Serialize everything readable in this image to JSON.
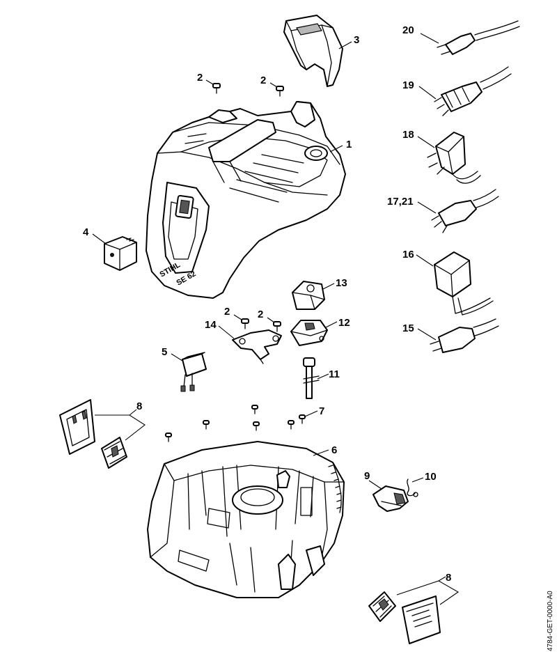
{
  "diagram": {
    "document_code": "4784-GET-0000-A0",
    "brand_text": "STIHL",
    "model_text": "SE 62",
    "callouts": [
      {
        "id": "c1",
        "label": "1"
      },
      {
        "id": "c2a",
        "label": "2"
      },
      {
        "id": "c2b",
        "label": "2"
      },
      {
        "id": "c2c",
        "label": "2"
      },
      {
        "id": "c2d",
        "label": "2"
      },
      {
        "id": "c3",
        "label": "3"
      },
      {
        "id": "c4",
        "label": "4"
      },
      {
        "id": "c5",
        "label": "5"
      },
      {
        "id": "c6",
        "label": "6"
      },
      {
        "id": "c7",
        "label": "7"
      },
      {
        "id": "c8a",
        "label": "8"
      },
      {
        "id": "c8b",
        "label": "8"
      },
      {
        "id": "c9",
        "label": "9"
      },
      {
        "id": "c10",
        "label": "10"
      },
      {
        "id": "c11",
        "label": "11"
      },
      {
        "id": "c12",
        "label": "12"
      },
      {
        "id": "c13",
        "label": "13"
      },
      {
        "id": "c14",
        "label": "14"
      },
      {
        "id": "c15",
        "label": "15"
      },
      {
        "id": "c16",
        "label": "16"
      },
      {
        "id": "c1721",
        "label": "17,21"
      },
      {
        "id": "c18",
        "label": "18"
      },
      {
        "id": "c19",
        "label": "19"
      },
      {
        "id": "c20",
        "label": "20"
      }
    ]
  }
}
